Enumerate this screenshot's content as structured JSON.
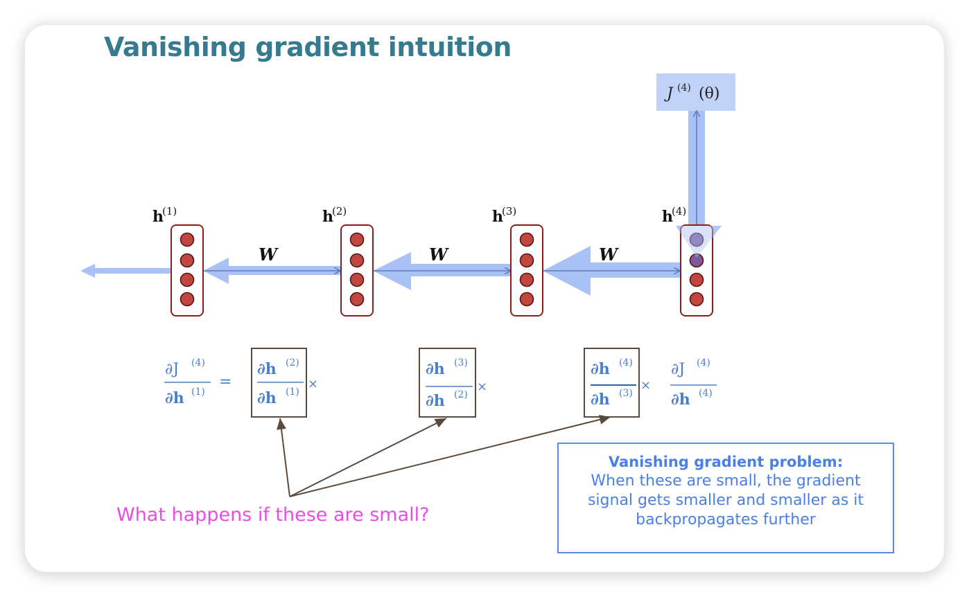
{
  "title": "Vanishing gradient intuition",
  "loss_label": {
    "base": "J",
    "sup": "(4)",
    "arg": "(θ)"
  },
  "nodes": [
    {
      "label": "h",
      "sup": "(1)",
      "units": 4
    },
    {
      "label": "h",
      "sup": "(2)",
      "units": 4
    },
    {
      "label": "h",
      "sup": "(3)",
      "units": 4
    },
    {
      "label": "h",
      "sup": "(4)",
      "units": 4
    }
  ],
  "weight_label": "W",
  "equation": {
    "lhs": {
      "num": "∂J",
      "num_sup": "(4)",
      "den": "∂h",
      "den_sup": "(1)"
    },
    "equals": "=",
    "terms": [
      {
        "num": "∂h",
        "num_sup": "(2)",
        "den": "∂h",
        "den_sup": "(1)",
        "boxed": true,
        "op": "×"
      },
      {
        "num": "∂h",
        "num_sup": "(3)",
        "den": "∂h",
        "den_sup": "(2)",
        "boxed": true,
        "op": "×"
      },
      {
        "num": "∂h",
        "num_sup": "(4)",
        "den": "∂h",
        "den_sup": "(3)",
        "boxed": true,
        "op": "×"
      },
      {
        "num": "∂J",
        "num_sup": "(4)",
        "den": "∂h",
        "den_sup": "(4)",
        "boxed": false,
        "op": ""
      }
    ]
  },
  "question": "What happens if these are small?",
  "callout": {
    "title": "Vanishing gradient problem:",
    "lines": [
      "When these are small, the gradient",
      "signal gets smaller and smaller as it",
      "backpropagates further"
    ]
  },
  "colors": {
    "title": "#357a8e",
    "gradient_arrow": "#a9c1f5",
    "forward_arrow": "#5f7bb8",
    "node_border": "#8b1e1a",
    "unit_fill": "#c0473f",
    "unit_fill_highlighted": "#7a5a9a",
    "math": "#4a7ecb",
    "question": "#e64ee0",
    "callout": "#4a7fe6",
    "pointer": "#5a4a3e"
  }
}
